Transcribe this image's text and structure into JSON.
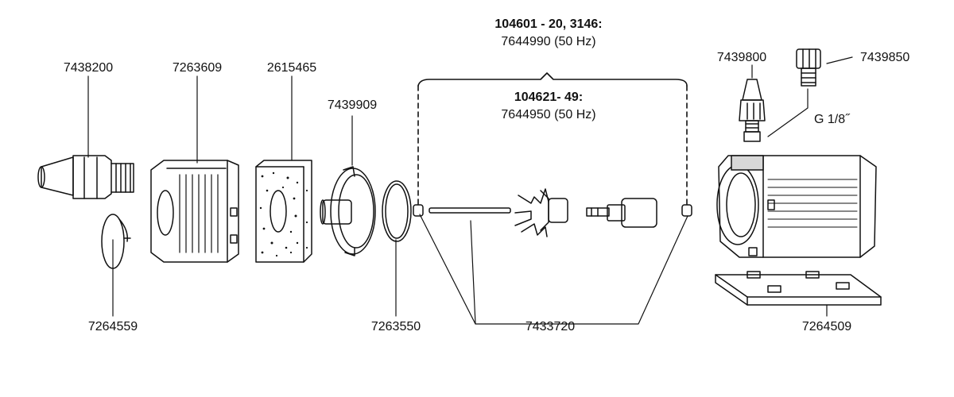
{
  "header": {
    "model_a": "104601 - 20,  3146:",
    "model_a_part": "7644990 (50 Hz)",
    "model_b": "104621- 49:",
    "model_b_part": "7644950 (50 Hz)"
  },
  "parts": {
    "nozzle": "7438200",
    "intake_cage": "7263609",
    "filter_sponge": "2615465",
    "impeller_cover": "7439909",
    "suction_cup": "7264559",
    "o_ring": "7263550",
    "impeller_set": "7433720",
    "hose_connector": "7439800",
    "screw_plug": "7439850",
    "thread_size": "G 1/8˝",
    "base_plate": "7264509"
  },
  "colors": {
    "ink": "#111111",
    "paper": "#ffffff",
    "shade": "#d8d8d8"
  }
}
